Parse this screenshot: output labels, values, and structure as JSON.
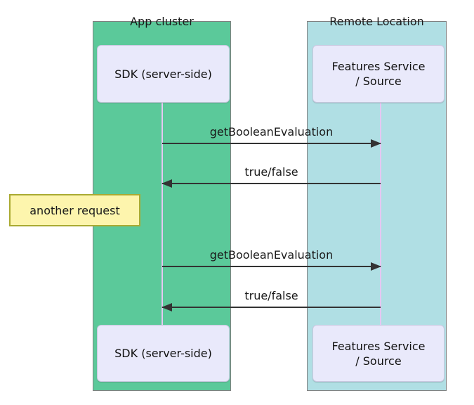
{
  "colors": {
    "app_cluster_bg": "#5bc99a",
    "remote_location_bg": "#b0dfe4",
    "frame_border": "#808080",
    "actor_bg": "#e9e9fb",
    "actor_border": "#c9c9e0",
    "lifeline": "#e5c8f2",
    "arrow": "#333333",
    "note_bg": "#fdf5ad",
    "note_border": "#aaaa33",
    "text": "#1a1a1a"
  },
  "groups": [
    {
      "label": "App cluster",
      "actor_top": "SDK (server-side)",
      "actor_bottom": "SDK (server-side)"
    },
    {
      "label": "Remote Location",
      "actor_top": "Features Service\n/ Source",
      "actor_bottom": "Features Service\n/ Source"
    }
  ],
  "messages": [
    {
      "label": "getBooleanEvaluation",
      "direction": "right"
    },
    {
      "label": "true/false",
      "direction": "left"
    },
    {
      "label": "getBooleanEvaluation",
      "direction": "right"
    },
    {
      "label": "true/false",
      "direction": "left"
    }
  ],
  "note": {
    "text": "another request"
  }
}
